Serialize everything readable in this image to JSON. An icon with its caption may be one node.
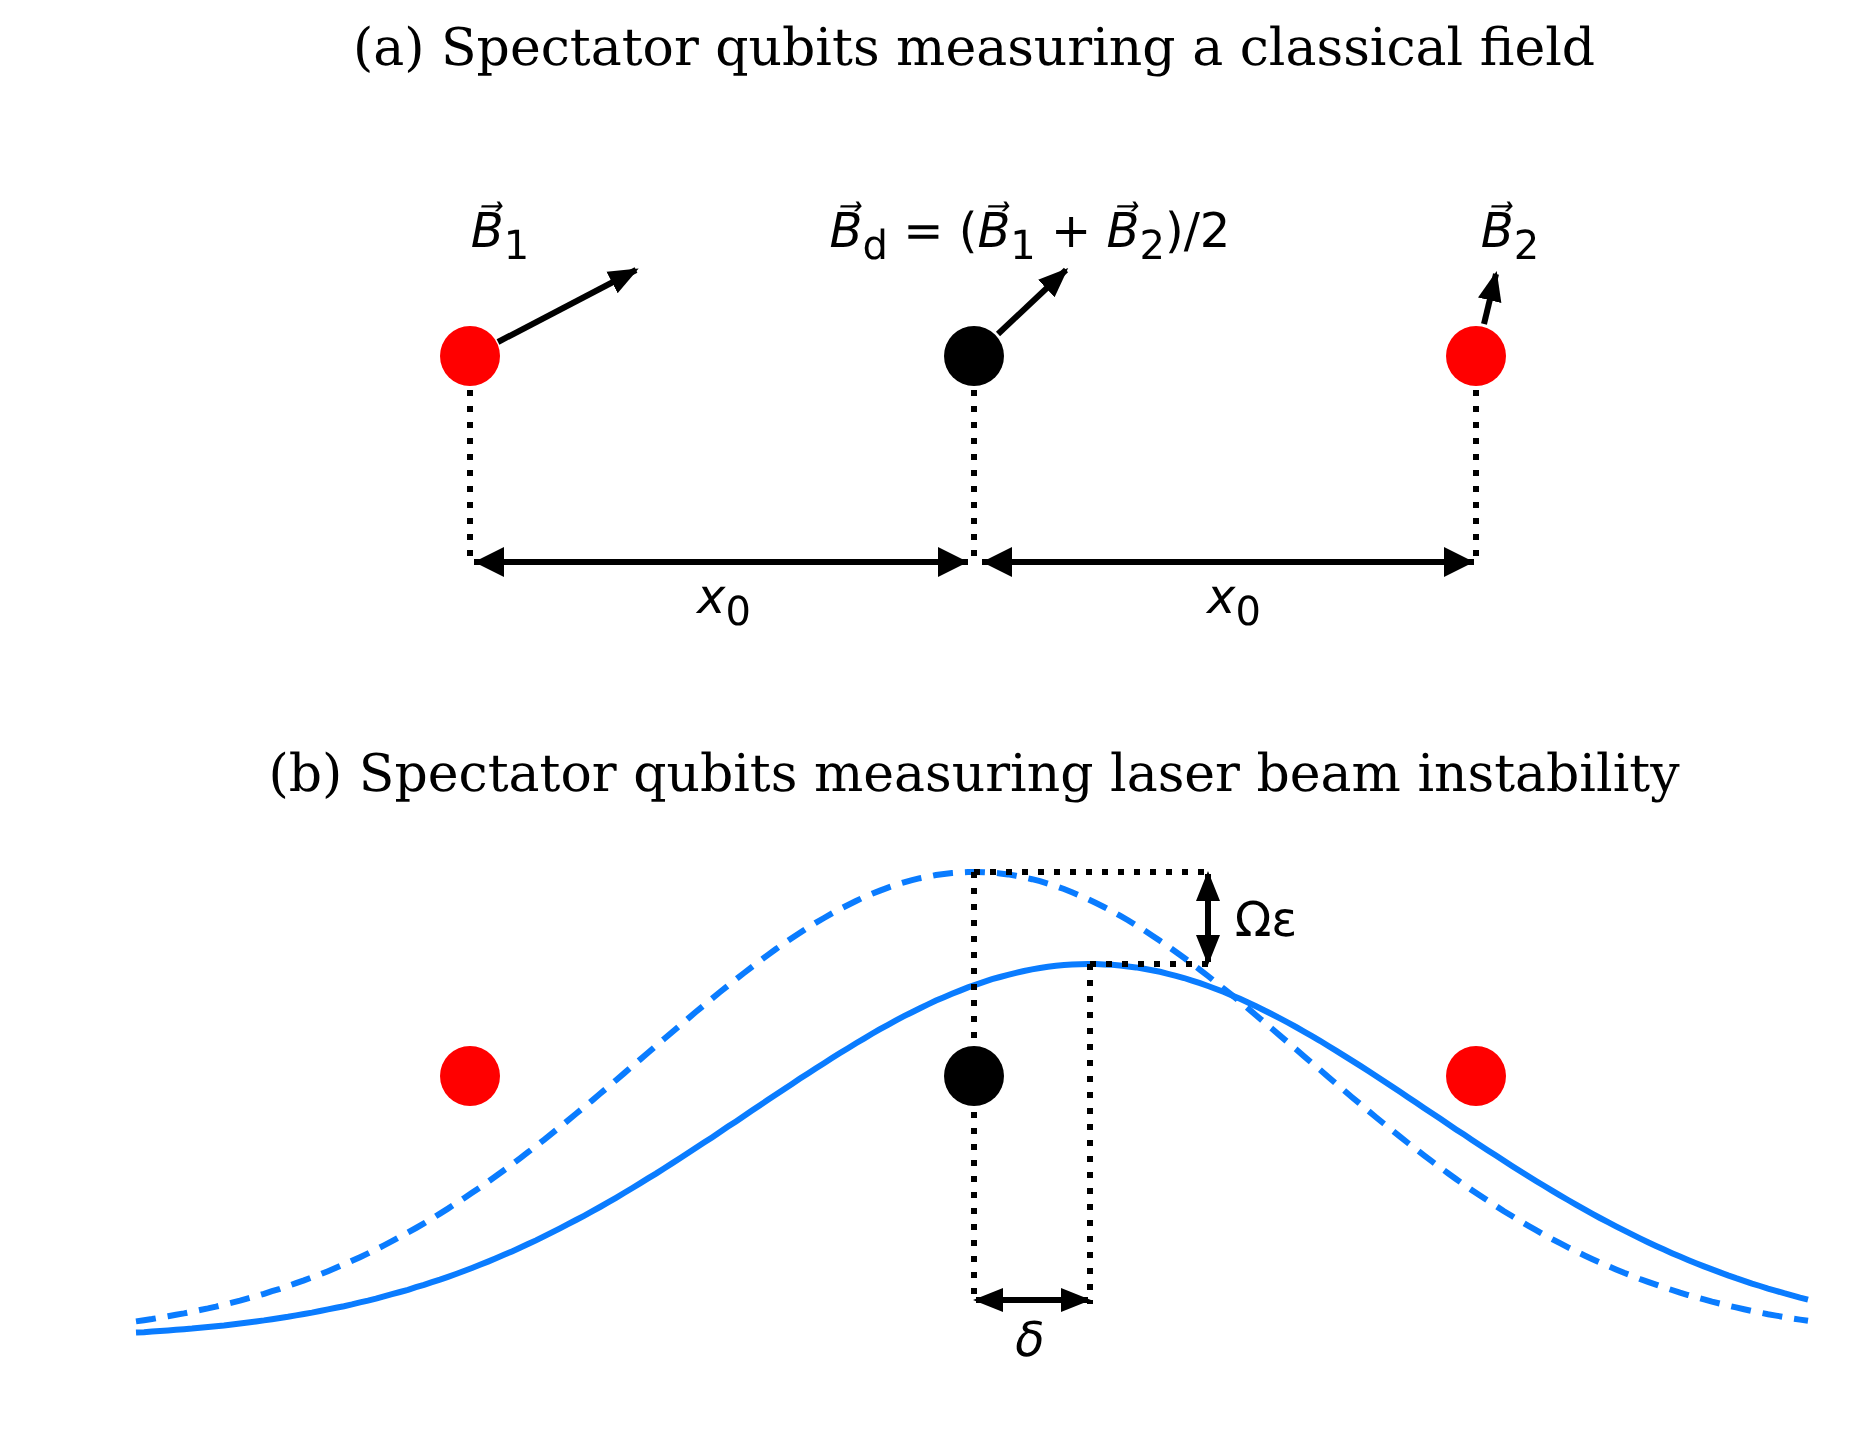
{
  "diagram": {
    "labels": [
      "(a) Spectator qubits measuring a classical field",
      "*B⃗*$_{1}$",
      "*B⃗*$_{d}$ = (*B⃗*$_{1}$ + *B⃗*$_{2}$)/2",
      "*B⃗*$_{2}$",
      "*x*$_{0}$",
      "*x*$_{0}$",
      "(b) Spectator qubits measuring laser beam instability",
      "Ωε",
      "*δ*"
    ]
  }
}
